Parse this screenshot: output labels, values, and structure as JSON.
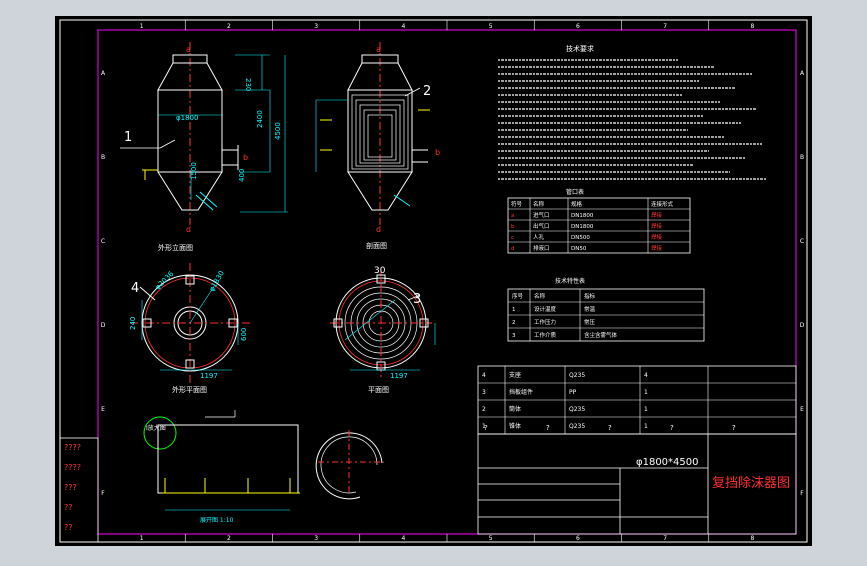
{
  "window": {
    "titlebar_color": "#cfd4db",
    "background": "#000000"
  },
  "colors": {
    "frame": "#ffffff",
    "red": "#ff3030",
    "yellow": "#ffff00",
    "cyan": "#00ffff",
    "green": "#00ff00",
    "magenta": "#ff00ff",
    "blue": "#4040ff"
  },
  "border_cols": [
    "1",
    "2",
    "3",
    "4",
    "5",
    "6",
    "7",
    "8"
  ],
  "border_rows": [
    "A",
    "B",
    "C",
    "D",
    "E",
    "F"
  ],
  "title": {
    "drawing_name": "复挡除沫器图",
    "spec": "φ1800*4500"
  },
  "notes": {
    "tech_title": "技术要求",
    "table_title": "管口表",
    "params_title": "技术特性表",
    "leaders": [
      "1",
      "2",
      "3",
      "4"
    ],
    "ports": [
      "a",
      "b",
      "c",
      "d"
    ]
  },
  "dimensions": {
    "d1800": "φ1800",
    "h230": "230",
    "h2400": "2400",
    "h4500": "4500",
    "h1500": "1500",
    "h400": "400",
    "w1197a": "1197",
    "w1197b": "1197",
    "w240": "240",
    "w600": "600",
    "d1830": "φ1830",
    "d30": "30",
    "d2036": "φ2036"
  },
  "view_labels": {
    "front": "外形立面图",
    "section": "剖面图",
    "plan": "外形平面图",
    "plan2": "平面图",
    "detail": "Ⅰ放大图",
    "unfold": "展开图 1:10"
  },
  "nozzle_table": {
    "headers": [
      "符号",
      "名称",
      "规格",
      "连接形式"
    ],
    "rows": [
      [
        "a",
        "进气口",
        "DN1800",
        "焊接"
      ],
      [
        "b",
        "出气口",
        "DN1800",
        "焊接"
      ],
      [
        "c",
        "人孔",
        "DN500",
        "焊接"
      ],
      [
        "d",
        "排液口",
        "DN50",
        "焊接"
      ]
    ]
  },
  "params_table": {
    "headers": [
      "序号",
      "名称",
      "指标"
    ],
    "rows": [
      [
        "1",
        "设计温度",
        "常温"
      ],
      [
        "2",
        "工作压力",
        "常压"
      ],
      [
        "3",
        "工作介质",
        "含尘含雾气体"
      ]
    ]
  },
  "bom": {
    "rows": [
      [
        "4",
        "支座",
        "Q235",
        "4"
      ],
      [
        "3",
        "挡板组件",
        "PP",
        "1"
      ],
      [
        "2",
        "筒体",
        "Q235",
        "1"
      ],
      [
        "1",
        "锥体",
        "Q235",
        "1"
      ]
    ],
    "marks": [
      "?",
      "?",
      "?",
      "?",
      "?"
    ]
  },
  "left_stamp": [
    "????",
    "????",
    "???",
    "??",
    "??"
  ]
}
